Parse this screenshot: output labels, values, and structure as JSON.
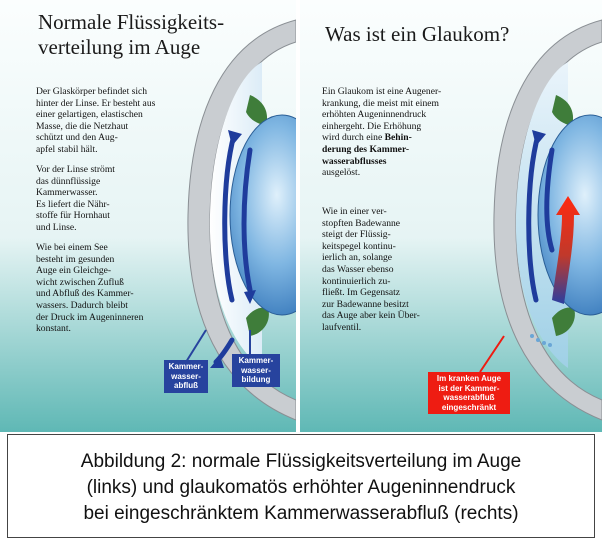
{
  "left_panel": {
    "title": "Normale Flüssigkeits-\nverteilung im Auge",
    "paragraphs": [
      "Der Glaskörper befindet sich\nhinter der Linse. Er besteht aus\neiner gelartigen, elastischen\nMasse, die die Netzhaut\nschützt und den Aug-\napfel stabil hält.",
      "Vor der Linse strömt\ndas dünnflüssige\nKammerwasser.\nEs liefert die Nähr-\nstoffe für Hornhaut\nund Linse.",
      "Wie bei einem See\nbesteht im gesunden\nAuge ein Gleichge-\nwicht zwischen Zufluß\nund Abfluß des Kammer-\nwassers. Dadurch bleibt\nder Druck im Augeninneren\nkonstant."
    ],
    "label_outflow": "Kammer-\nwasser-\nabfluß",
    "label_formation": "Kammer-\nwasser-\nbildung"
  },
  "right_panel": {
    "title": "Was ist ein Glaukom?",
    "paragraph1_pre": "Ein Glaukom ist eine Augener-\nkrankung, die meist mit einem\nerhöhten Augeninnendruck\neinhergeht. Die Erhöhung\nwird durch eine ",
    "paragraph1_bold": "Behin-\nderung des Kammer-\nwasserabflusses",
    "paragraph1_post": "\nausgelöst.",
    "paragraph2": "Wie in einer ver-\nstopften Badewanne\nsteigt der Flüssig-\nkeitspegel kontinu-\nierlich an, solange\ndas Wasser ebenso\nkontinuierlich zu-\nfließt. Im Gegensatz\nzur Badewanne besitzt\ndas Auge aber kein Über-\nlaufventil.",
    "label_blocked": "Im kranken Auge\nist der Kammer-\nwasserabfluß\neingeschränkt"
  },
  "colors": {
    "bg_top": "#f6fbfb",
    "bg_bottom": "#5fb8b5",
    "sclera": "#cfd3d6",
    "arrow_blue": "#1f3c9c",
    "label_blue": "#27439e",
    "label_red": "#ee1c12",
    "iris_green": "#3f7d3a",
    "lens_blue": "#3f86c8"
  },
  "caption": "Abbildung 2: normale Flüssigkeitsverteilung im Auge\n(links) und glaukomatös erhöhter Augeninnendruck\nbei eingeschränktem Kammerwasserabfluß (rechts)"
}
